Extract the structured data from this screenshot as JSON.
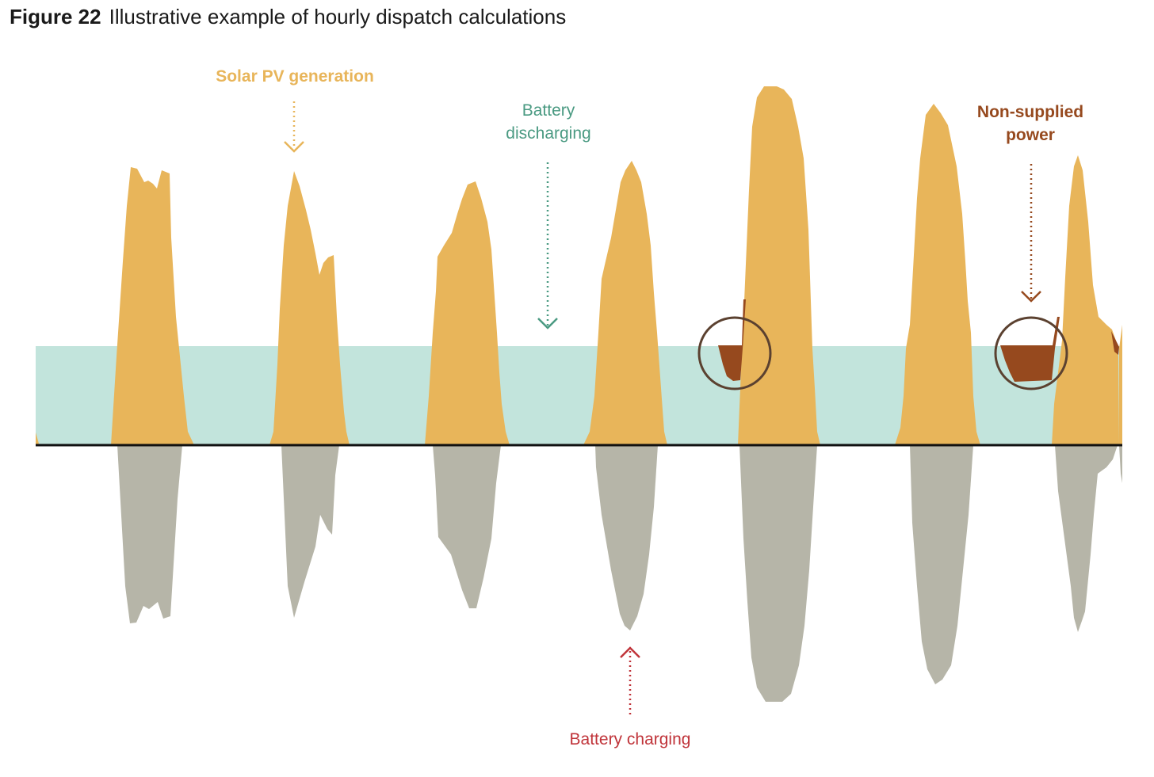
{
  "figure": {
    "number": "Figure 22",
    "caption": "Illustrative example of hourly dispatch calculations"
  },
  "labels": {
    "solar_pv_generation": "Solar PV generation",
    "battery_discharging_line1": "Battery",
    "battery_discharging_line2": "discharging",
    "non_supplied_power_line1": "Non-supplied",
    "non_supplied_power_line2": "power",
    "battery_charging": "Battery charging"
  },
  "colors": {
    "solar_pv": "#e8b55a",
    "battery_discharge": "#c2e4dc",
    "battery_charge": "#b6b5a8",
    "non_supplied": "#96491e",
    "circle": "#5b4130",
    "baseline": "#111111",
    "discharge_label": "#4a9a82",
    "charge_label": "#c0343a"
  }
}
